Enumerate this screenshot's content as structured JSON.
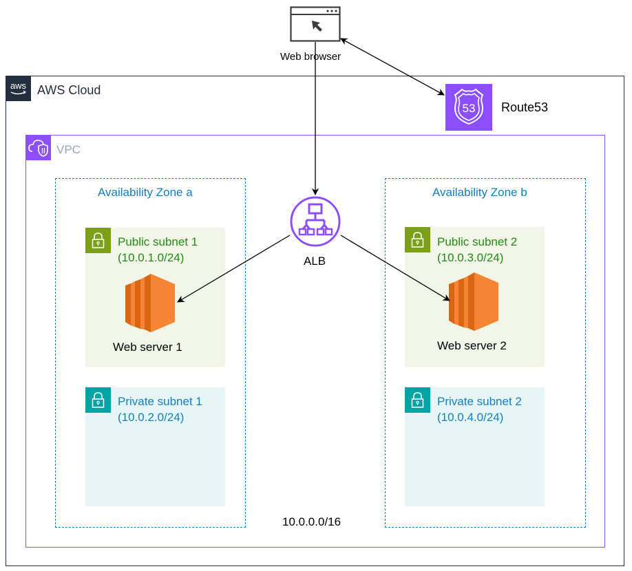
{
  "diagram": {
    "browser": {
      "label": "Web browser",
      "icon": "browser-window-cursor-icon"
    },
    "route53": {
      "label": "Route53",
      "badge": "53",
      "icon": "route53-shield-icon",
      "color": "#8c4fff"
    },
    "aws_cloud": {
      "title": "AWS Cloud",
      "logo_text": "aws",
      "color": "#232f3e"
    },
    "vpc": {
      "title": "VPC",
      "cidr": "10.0.0.0/16",
      "color": "#8c4fff"
    },
    "alb": {
      "label": "ALB",
      "icon": "load-balancer-icon",
      "color": "#8c4fff"
    },
    "zones": [
      {
        "title": "Availability Zone a",
        "public_subnet": {
          "name": "Public subnet 1",
          "cidr": "(10.0.1.0/24)"
        },
        "server": {
          "label": "Web server 1",
          "icon": "ec2-instance-icon"
        },
        "private_subnet": {
          "name": "Private subnet 1",
          "cidr": "(10.0.2.0/24)"
        }
      },
      {
        "title": "Availability Zone b",
        "public_subnet": {
          "name": "Public subnet 2",
          "cidr": "(10.0.3.0/24)"
        },
        "server": {
          "label": "Web server 2",
          "icon": "ec2-instance-icon"
        },
        "private_subnet": {
          "name": "Private subnet 2",
          "cidr": "(10.0.4.0/24)"
        }
      }
    ],
    "connections": [
      {
        "from": "Web browser",
        "to": "ALB",
        "direction": "one-way"
      },
      {
        "from": "Web browser",
        "to": "Route53",
        "direction": "two-way"
      },
      {
        "from": "ALB",
        "to": "Web server 1",
        "direction": "one-way"
      },
      {
        "from": "ALB",
        "to": "Web server 2",
        "direction": "one-way"
      }
    ],
    "colors": {
      "public_subnet_accent": "#7aa116",
      "private_subnet_accent": "#00a4a6",
      "az_border": "#147eba",
      "ec2_orange": "#ed7100"
    }
  }
}
